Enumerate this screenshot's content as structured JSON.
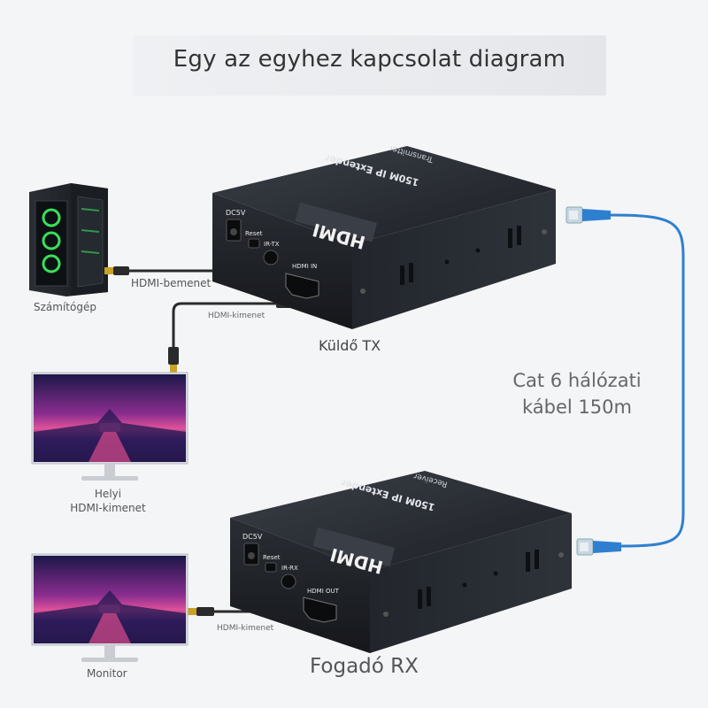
{
  "title": "Egy az egyhez kapcsolat diagram",
  "labels": {
    "computer": "Számítógép",
    "hdmi_input": "HDMI-bemenet",
    "hdmi_output_tx": "HDMI-kimenet",
    "sender": "Küldő TX",
    "cat6_line1": "Cat 6 hálózati",
    "cat6_line2": "kábel 150m",
    "local_line1": "Helyi",
    "local_line2": "HDMI-kimenet",
    "hdmi_output_rx": "HDMI-kimenet",
    "monitor": "Monitor",
    "receiver": "Fogadó RX"
  },
  "devices": {
    "tx": {
      "model": "150M IP Extender",
      "role": "Transmitter",
      "logo": "HDMI",
      "ports": [
        "DC5V",
        "Reset",
        "IR-TX",
        "HDMI IN"
      ]
    },
    "rx": {
      "model": "150M IP Extender",
      "role": "Receiver",
      "logo": "HDMI",
      "ports": [
        "DC5V",
        "Reset",
        "IR-RX",
        "HDMI OUT"
      ]
    }
  },
  "colors": {
    "cable_blue": "#2f7fd0",
    "hdmi_cable": "#2a2a2a",
    "box_dark": "#1e2126",
    "gold_tip": "#c9a227"
  }
}
